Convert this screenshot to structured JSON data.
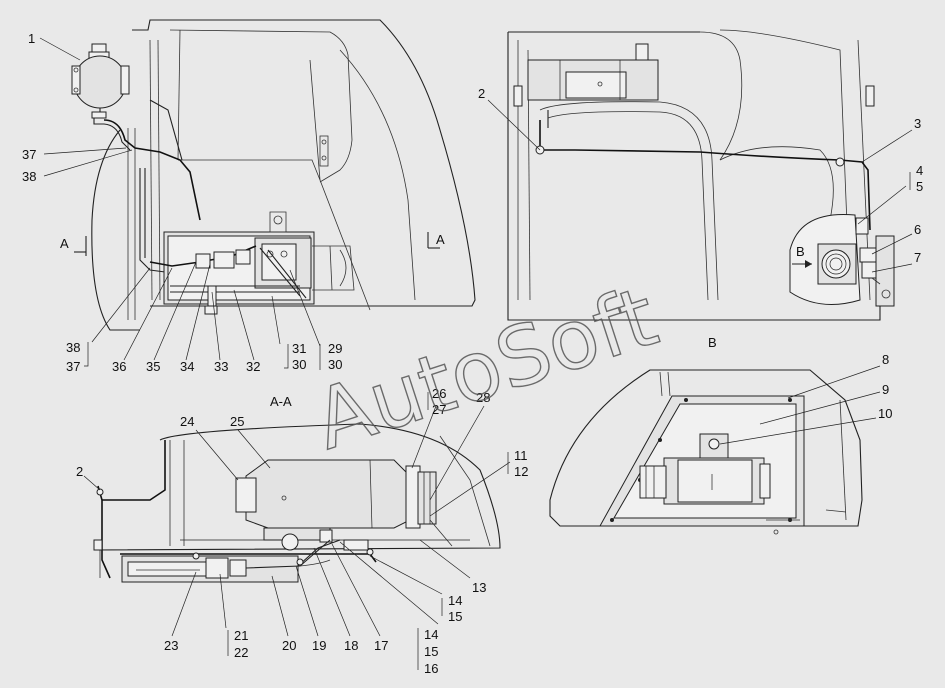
{
  "watermark": "AutoSoft",
  "views": {
    "section_aa": "A-A",
    "view_b": "B",
    "mark_a_left": "A",
    "mark_a_right": "A",
    "mark_b_arrow": "B"
  },
  "callouts": {
    "p1": "1",
    "p2a": "2",
    "p2b": "2",
    "p3": "3",
    "p4": "4",
    "p5": "5",
    "p6": "6",
    "p7": "7",
    "p8": "8",
    "p9": "9",
    "p10": "10",
    "p11": "11",
    "p12": "12",
    "p13": "13",
    "p14a": "14",
    "p15a": "15",
    "p14b": "14",
    "p15b": "15",
    "p16": "16",
    "p17": "17",
    "p18": "18",
    "p19": "19",
    "p20": "20",
    "p21": "21",
    "p22": "22",
    "p23": "23",
    "p24": "24",
    "p25": "25",
    "p26": "26",
    "p27": "27",
    "p28": "28",
    "p29": "29",
    "p30a": "30",
    "p30b": "30",
    "p31": "31",
    "p32": "32",
    "p33": "33",
    "p34": "34",
    "p35": "35",
    "p36": "36",
    "p37a": "37",
    "p37b": "37",
    "p38a": "38",
    "p38b": "38"
  }
}
